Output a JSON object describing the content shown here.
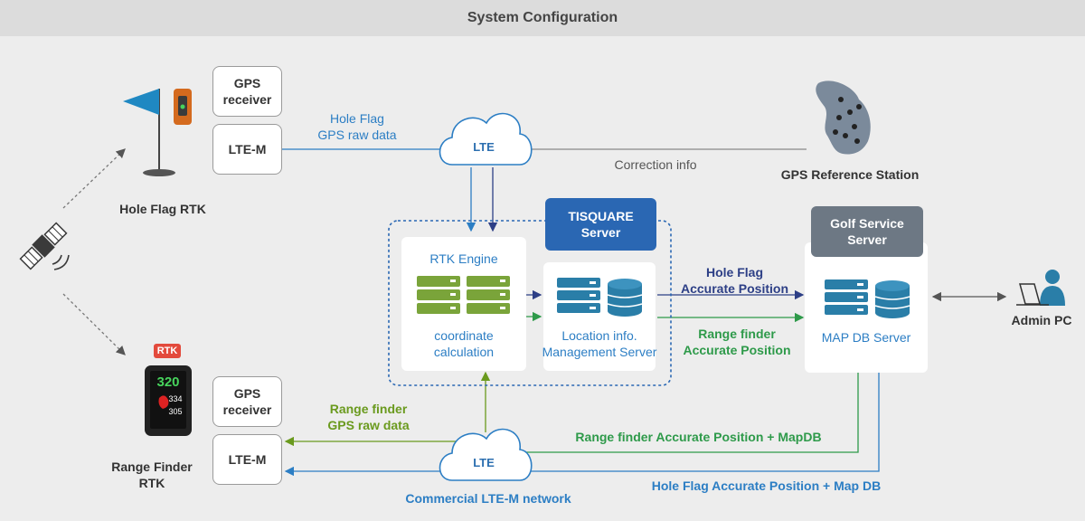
{
  "title": "System Configuration",
  "devices": {
    "hole_flag": {
      "gps_box": "GPS\nreceiver",
      "lte_box": "LTE-M",
      "label": "Hole Flag RTK"
    },
    "range_finder": {
      "gps_box": "GPS\nreceiver",
      "lte_box": "LTE-M",
      "label": "Range Finder\nRTK",
      "badge": "RTK",
      "screen_main": "320",
      "screen_sub1": "334",
      "screen_sub2": "305"
    }
  },
  "clouds": {
    "top": "LTE",
    "bottom": "LTE"
  },
  "network_label": "Commercial LTE-M network",
  "reference_station": "GPS Reference Station",
  "correction_info": "Correction info",
  "tisquare": {
    "tag": "TISQUARE\nServer",
    "rtk_engine": {
      "title": "RTK Engine",
      "caption": "coordinate\ncalculation"
    },
    "location_server": {
      "caption": "Location info.\nManagement Server"
    }
  },
  "golf_service": {
    "tag": "Golf Service\nServer",
    "caption": "MAP DB Server"
  },
  "admin": "Admin PC",
  "flows": {
    "hole_flag_raw": "Hole Flag\nGPS raw data",
    "range_finder_raw": "Range finder\nGPS raw data",
    "hole_flag_accurate": "Hole Flag\nAccurate Position",
    "range_finder_accurate": "Range finder\nAccurate Position",
    "range_finder_mapdb": "Range finder Accurate Position + MapDB",
    "hole_flag_mapdb": "Hole Flag Accurate Position + Map DB"
  },
  "colors": {
    "blue": "#2c7ec4",
    "navy": "#2d3f86",
    "green": "#2e9a4a",
    "olive": "#6a9a1e",
    "tisquare": "#2a67b3",
    "golf": "#6d7884",
    "server_green": "#7aa43a",
    "server_teal": "#2a7ea8"
  }
}
